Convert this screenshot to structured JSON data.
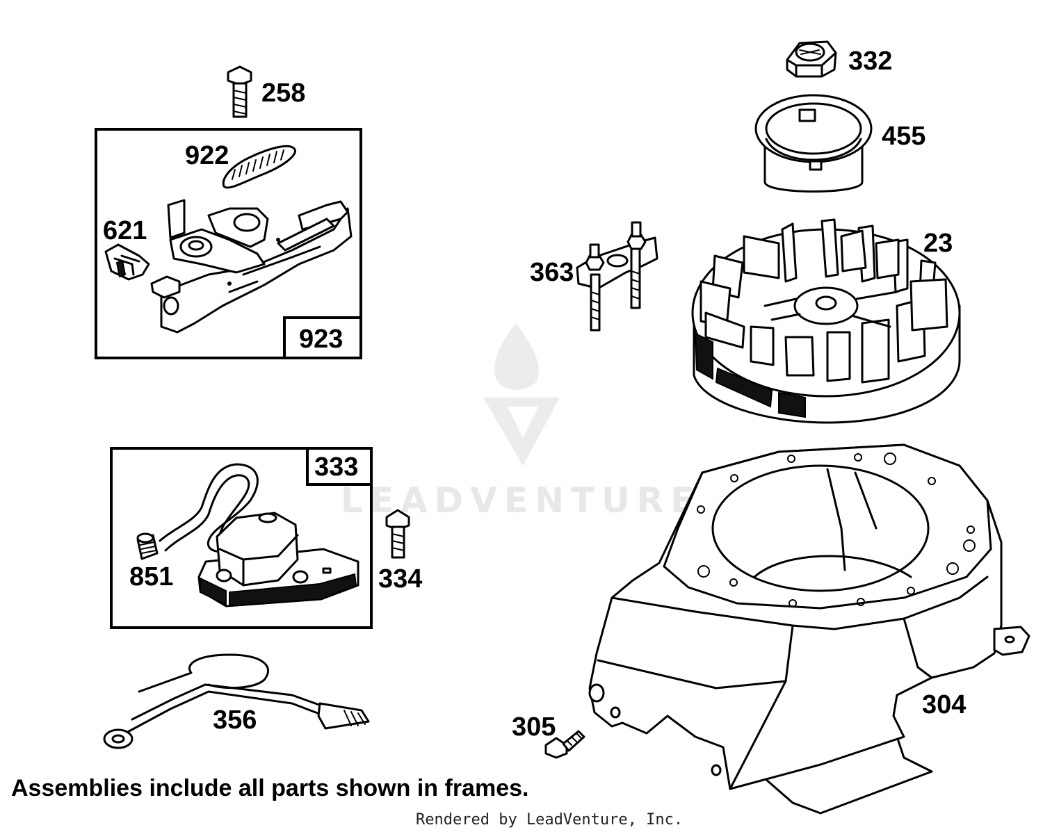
{
  "parts": {
    "p258": "258",
    "p922": "922",
    "p621": "621",
    "p923": "923",
    "p332": "332",
    "p455": "455",
    "p23": "23",
    "p363": "363",
    "p333": "333",
    "p851": "851",
    "p334": "334",
    "p356": "356",
    "p304": "304",
    "p305": "305"
  },
  "note": "Assemblies include all parts shown in frames.",
  "credit": "Rendered by LeadVenture, Inc.",
  "watermark": "LEADVENTURE"
}
